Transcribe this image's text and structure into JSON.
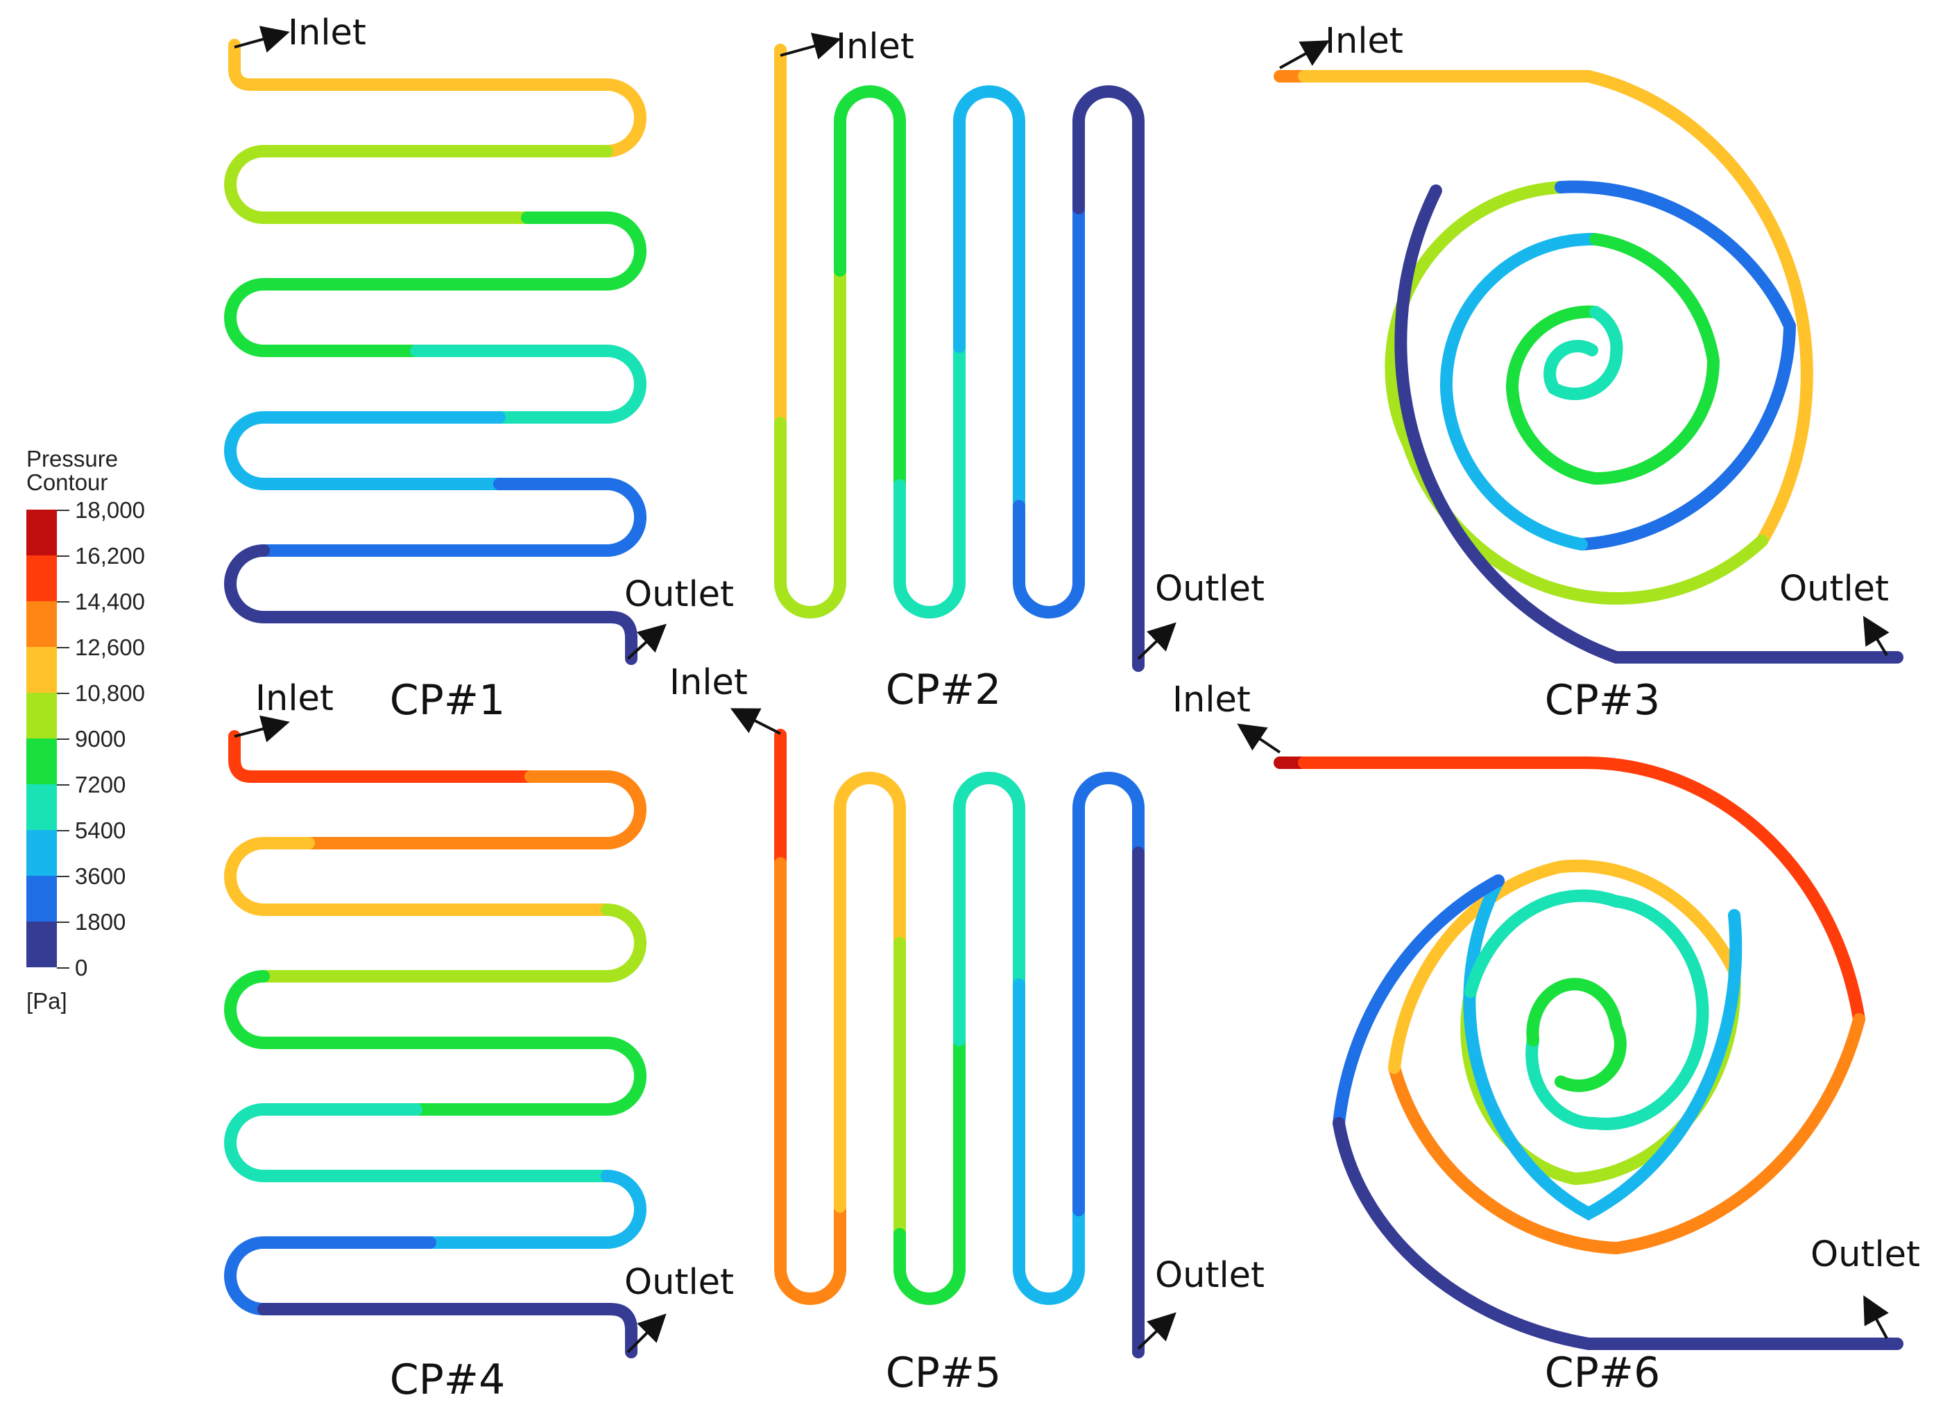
{
  "legend": {
    "title_line1": "Pressure",
    "title_line2": "Contour",
    "unit": "[Pa]",
    "ticks": [
      "18,000",
      "16,200",
      "14,400",
      "12,600",
      "10,800",
      "9000",
      "7200",
      "5400",
      "3600",
      "1800",
      "0"
    ],
    "colors": [
      "#c00d0d",
      "#ff3c0a",
      "#ff8515",
      "#ffc22b",
      "#a8e41e",
      "#19e03c",
      "#19e2b5",
      "#17b7ee",
      "#1f6fe6",
      "#363b93"
    ]
  },
  "panels": [
    {
      "label": "CP#1",
      "inlet": "Inlet",
      "outlet": "Outlet"
    },
    {
      "label": "CP#2",
      "inlet": "Inlet",
      "outlet": "Outlet"
    },
    {
      "label": "CP#3",
      "inlet": "Inlet",
      "outlet": "Outlet"
    },
    {
      "label": "CP#4",
      "inlet": "Inlet",
      "outlet": "Outlet"
    },
    {
      "label": "CP#5",
      "inlet": "Inlet",
      "outlet": "Outlet"
    },
    {
      "label": "CP#6",
      "inlet": "Inlet",
      "outlet": "Outlet"
    }
  ]
}
